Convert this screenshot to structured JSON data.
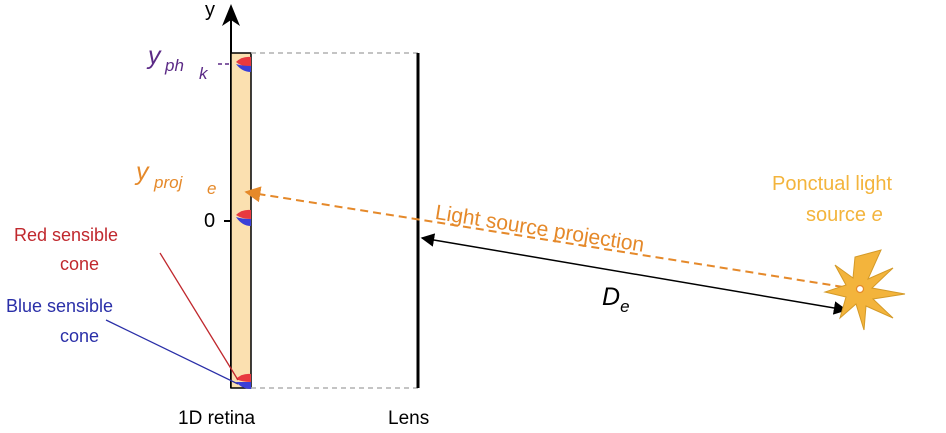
{
  "axis": {
    "y_label": "y",
    "zero_label": "0"
  },
  "labels": {
    "y_ph": {
      "main": "y",
      "sub1": "ph",
      "sub2": "k"
    },
    "y_proj": {
      "main": "y",
      "sub1": "proj",
      "sub2": "e"
    },
    "red_cone": {
      "line1": "Red sensible",
      "line2": "cone"
    },
    "blue_cone": {
      "line1": "Blue sensible",
      "line2": "cone"
    },
    "retina": "1D retina",
    "lens": "Lens",
    "projection": "Light source projection",
    "distance": {
      "main": "D",
      "sub": "e"
    },
    "source": {
      "line1": "Ponctual light",
      "line2": "source",
      "var": "e"
    }
  },
  "colors": {
    "purple": "#5b2a86",
    "orange": "#e5892a",
    "star": "#f3b43c",
    "red": "#e8393f",
    "blue": "#3a3fd8",
    "retina_fill": "#fbe0b0",
    "label_red": "#c0282d",
    "label_blue": "#2a2fa8",
    "black": "#000000",
    "gray": "#b0b0b0"
  }
}
